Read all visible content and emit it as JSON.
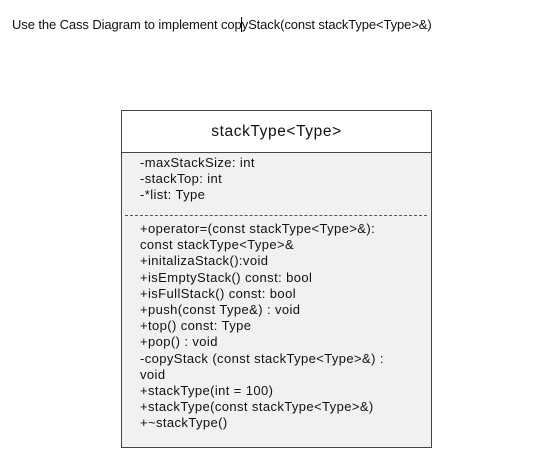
{
  "instruction": {
    "before_caret": "Use the Cass Diagram to implement cop",
    "after_caret": "yStack(const stackType<Type>&)"
  },
  "class_diagram": {
    "class_name": "stackType<Type>",
    "attributes": [
      "-maxStackSize: int",
      "-stackTop: int",
      "-*list: Type"
    ],
    "operations": [
      "+operator=(const stackType<Type>&):",
      "const stackType<Type>&",
      "+initalizaStack():void",
      "+isEmptyStack() const: bool",
      "+isFullStack() const: bool",
      "+push(const Type&) : void",
      "+top() const: Type",
      "+pop() : void",
      "-copyStack (const stackType<Type>&) :",
      "void",
      "+stackType(int = 100)",
      "+stackType(const stackType<Type>&)",
      "+~stackType()"
    ]
  }
}
